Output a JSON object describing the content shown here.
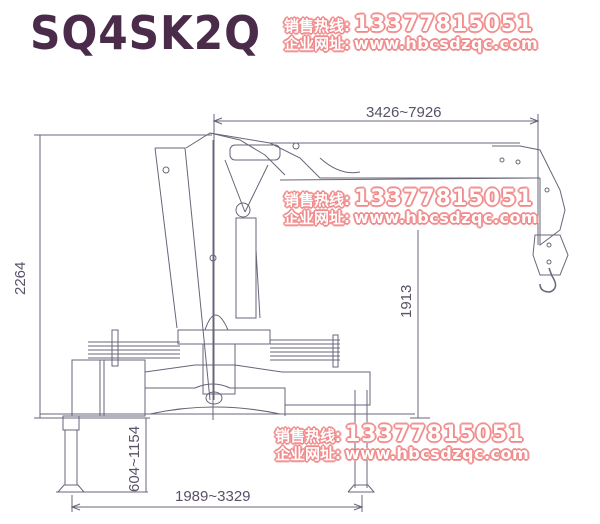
{
  "title": "SQ4SK2Q",
  "watermarks": [
    {
      "label_phone": "销售热线:",
      "phone": "13377815051",
      "label_site": "企业网址:",
      "site": "www.hbcsdzqc.com"
    },
    {
      "label_phone": "销售热线:",
      "phone": "13377815051",
      "label_site": "企业网址:",
      "site": "www.hbcsdzqc.com"
    },
    {
      "label_phone": "销售热线:",
      "phone": "13377815051",
      "label_site": "企业网址:",
      "site": "www.hbcsdzqc.com"
    }
  ],
  "dimensions": {
    "boom_reach": "3426~7926",
    "total_height": "2264",
    "hook_height": "1913",
    "outrigger_leg": "604~1154",
    "outrigger_span": "1989~3329"
  },
  "colors": {
    "line": "#6a6478",
    "title": "#4a2c4a",
    "watermark_outline": "#f08a8a"
  }
}
